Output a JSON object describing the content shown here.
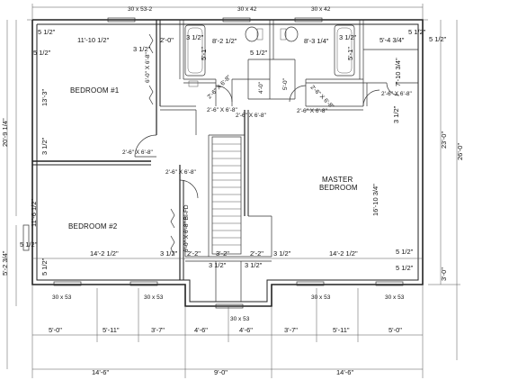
{
  "rooms": {
    "bedroom1": "BEDROOM #1",
    "bedroom2": "BEDROOM #2",
    "master_line1": "MASTER",
    "master_line2": "BEDROOM"
  },
  "windows": {
    "top_left": "30 x 53-2",
    "top_mid": "30 x 42",
    "top_right": "30 x 42",
    "bottom_left_1": "30 x 53",
    "bottom_left_2": "30 x 53",
    "bottom_center": "30 x 53",
    "bottom_right_1": "30 x 53",
    "bottom_right_2": "30 x 53"
  },
  "dimensions": {
    "top_left_wall": "5 1/2\"",
    "top_right_wall": "5 1/2\"",
    "bed1_width": "11'-10 1/2\"",
    "bath1_door": "2'-0\"",
    "bath1_width": "3 1/2\"",
    "bath1_len": "8'-2 1/2\"",
    "bath2_len": "8'-3 1/4\"",
    "bath2_width": "3 1/2\"",
    "master_closet": "5'-4 3/4\"",
    "left_wall_a": "5 1/2\"",
    "left_wall_b": "3 1/2\"",
    "bath_mid": "5 1/2\"",
    "bath1_wall": "5'-1\"",
    "bath2_wall": "5'-1\"",
    "master_closet_height": "7'-10 3/4\"",
    "bed1_height": "13'-3\"",
    "bed1_div": "3 1/2\"",
    "master_right_wall": "3 1/2\"",
    "master_height": "16'-10 3/4\"",
    "overall_right": "23'-0\"",
    "overall_right_total": "26'-0\"",
    "overall_left_total": "20'-9 1/4\"",
    "bed2_height": "11'-6 1/2\"",
    "bed2_left_wall": "5 1/2\"",
    "left_lower": "5'-2 3/4\"",
    "bed2_width": "14'-2 1/2\"",
    "master_width": "14'-2 1/2\"",
    "hall_a": "3 1/2\"",
    "hall_b": "2'-2\"",
    "hall_c": "3'-2\"",
    "hall_d": "2'-2\"",
    "hall_e": "3 1/2\"",
    "bottom_right_wall": "5 1/2\"",
    "bottom_left_wall": "5 1/2\"",
    "stair_a": "3 1/2\"",
    "stair_b": "3 1/2\"",
    "bottom_right_wall_2": "5 1/2\"",
    "right_lower": "3'-0\"",
    "row1": [
      "5'-0\"",
      "5'-11\"",
      "3'-7\"",
      "4'-6\"",
      "4'-6\"",
      "3'-7\"",
      "5'-11\"",
      "5'-0\""
    ],
    "row2": [
      "14'-6\"",
      "9'-0\"",
      "14'-6\""
    ]
  },
  "doors": {
    "bed1_closet": "6'-0\" X 6'-8\"",
    "bath1_door": "2'-6\" X 6'-8\"",
    "linen1": "2'-0\"",
    "hall_door1": "2'-6\" X 6'-8\"",
    "hall_door2": "2'-6\" X 6'-8\"",
    "bath2_door": "2'-6\" X 6'-8\"",
    "master_door": "2'-6\" X 6'-8\"",
    "master_closet_door": "2'-6\" X 6'-8\"",
    "bed1_door": "2'-6\" X 6'-8\"",
    "bed2_door": "2'-6\" X 6'-8\"",
    "bed2_closet": "6'-0\" X 6'-8\" BI-FD"
  },
  "fixtures": {
    "closet1": "4'-0\"",
    "closet2": "5'-0\""
  }
}
